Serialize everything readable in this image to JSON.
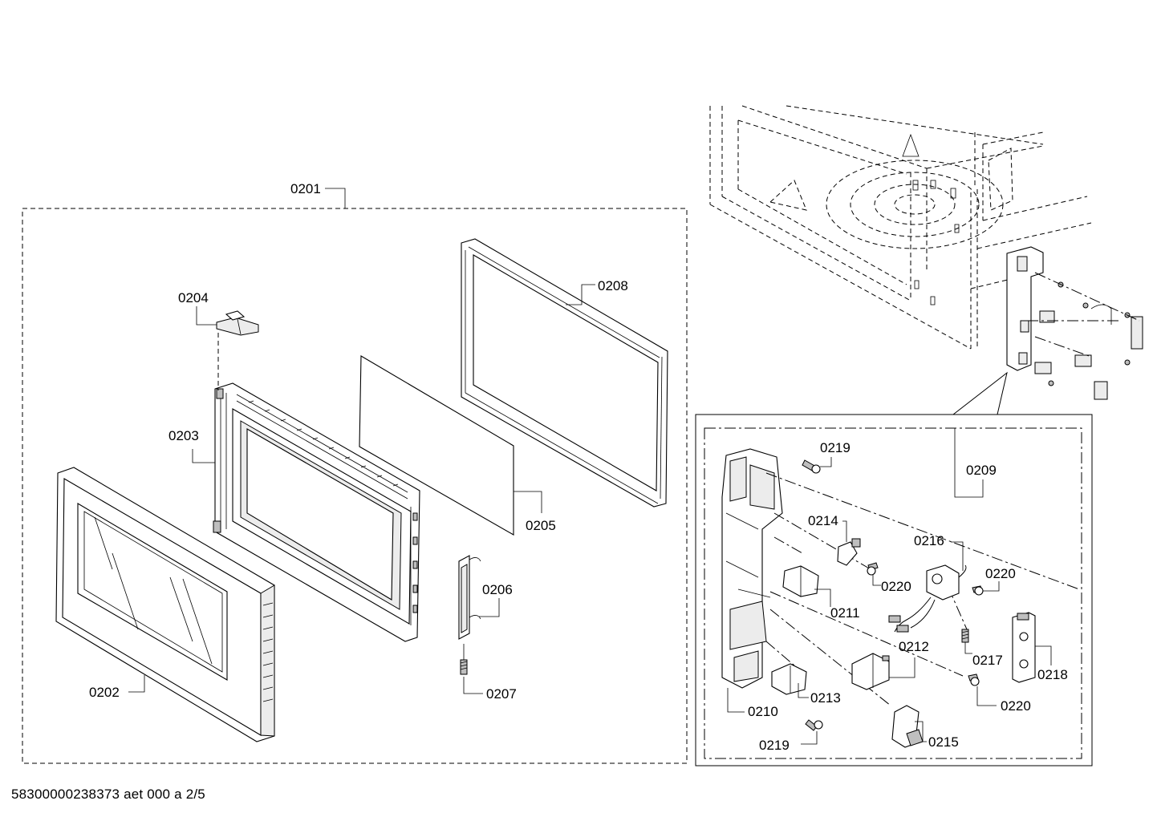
{
  "labels": {
    "p0201": "0201",
    "p0202": "0202",
    "p0203": "0203",
    "p0204": "0204",
    "p0205": "0205",
    "p0206": "0206",
    "p0207": "0207",
    "p0208": "0208",
    "p0209": "0209",
    "p0210": "0210",
    "p0211": "0211",
    "p0212": "0212",
    "p0213": "0213",
    "p0214": "0214",
    "p0215": "0215",
    "p0216": "0216",
    "p0217": "0217",
    "p0218": "0218",
    "p0219a": "0219",
    "p0219b": "0219",
    "p0220a": "0220",
    "p0220b": "0220",
    "p0220c": "0220"
  },
  "footer": "58300000238373 aet 000 a 2/5"
}
